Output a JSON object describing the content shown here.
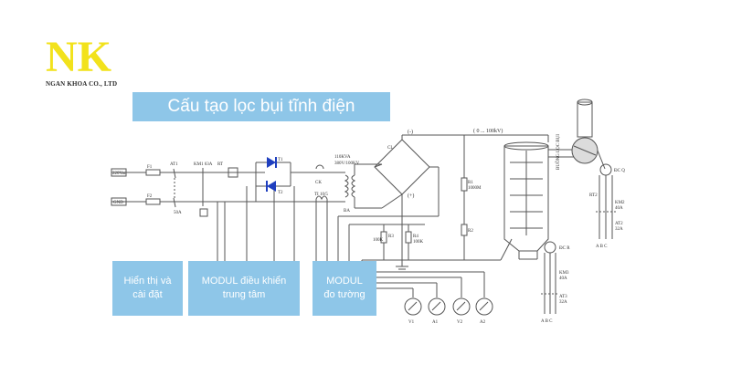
{
  "brand": {
    "logo_letters": "NK",
    "company": "NGAN KHOA CO., LTD",
    "color": "#f2e21c"
  },
  "title": "Cấu tạo lọc bụi tĩnh điện",
  "modules": {
    "display": {
      "line1": "Hiển thị và",
      "line2": "cài đặt"
    },
    "control": {
      "line1": "MODUL điều khiển",
      "line2": "trung tâm"
    },
    "measure": {
      "line1": "MODUL",
      "line2": "đo tường"
    }
  },
  "schematic": {
    "input_top": "220Vac",
    "input_bottom": "GND",
    "f1": "F1",
    "f2": "F2",
    "at1": "AT1",
    "at1_rating": "50A",
    "km1": "KM1 63A",
    "rt": "RT",
    "t1": "T1",
    "t2": "T2",
    "ck": "CK",
    "transformer": "110KVA",
    "transformer_rating": "380V/100KV",
    "ti": "TI 10/5",
    "ba": "BA",
    "cl": "CL",
    "minus": "(-)",
    "plus": "(+)",
    "voltage_range": "( 0 ... 100kV)",
    "r1": "R1",
    "r1_value": "1000M",
    "r2": "R2",
    "r3": "R3",
    "r3_value": "100K",
    "r4": "R4",
    "r4_value": "100K",
    "chamber": "BUỒNG LỌC BỤI",
    "dcq": "ĐC Q",
    "rt2": "RT2",
    "km2": "KM2",
    "km2_rating": "40A",
    "at2": "AT2",
    "at2_rating": "32A",
    "abc_top": "A B C",
    "dcr": "ĐC R",
    "km3": "KM3",
    "km3_rating": "40A",
    "at3": "AT3",
    "at3_rating": "32A",
    "abc_bottom": "A B C"
  },
  "meters": [
    "V1",
    "A1",
    "V2",
    "A2"
  ],
  "colors": {
    "module_fill": "#8ec6e8",
    "line": "#555555",
    "thyristor": "#1f3fbf"
  }
}
